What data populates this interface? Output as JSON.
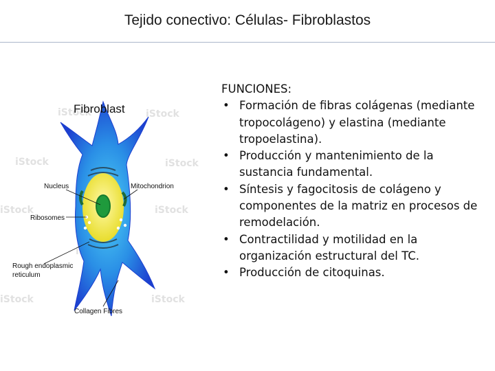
{
  "slide": {
    "title": "Tejido conectivo: Células- Fibroblastos"
  },
  "figure": {
    "title": "Fibroblast",
    "labels": {
      "nucleus": "Nucleus",
      "mitochondrion": "Mitochondrion",
      "ribosomes": "Ribosomes",
      "rer_line1": "Rough endoplasmic",
      "rer_line2": "reticulum",
      "collagen": "Collagen Fibres"
    },
    "watermark": "iStock",
    "colors": {
      "cell_body": "#1e4fd8",
      "cytoplasm": "#33b6ee",
      "nucleus_ring": "#f2ec3c",
      "nucleus_core": "#1f9a3c"
    }
  },
  "functions": {
    "heading": "FUNCIONES:",
    "bullet": "•",
    "items": [
      "Formación de fibras colágenas (mediante tropocolágeno) y elastina (mediante tropoelastina).",
      "Producción y mantenimiento de la sustancia fundamental.",
      "Síntesis y fagocitosis de colágeno y componentes de la matriz en procesos de remodelación.",
      "Contractilidad y motilidad en la organización estructural del TC.",
      "Producción de citoquinas."
    ]
  }
}
